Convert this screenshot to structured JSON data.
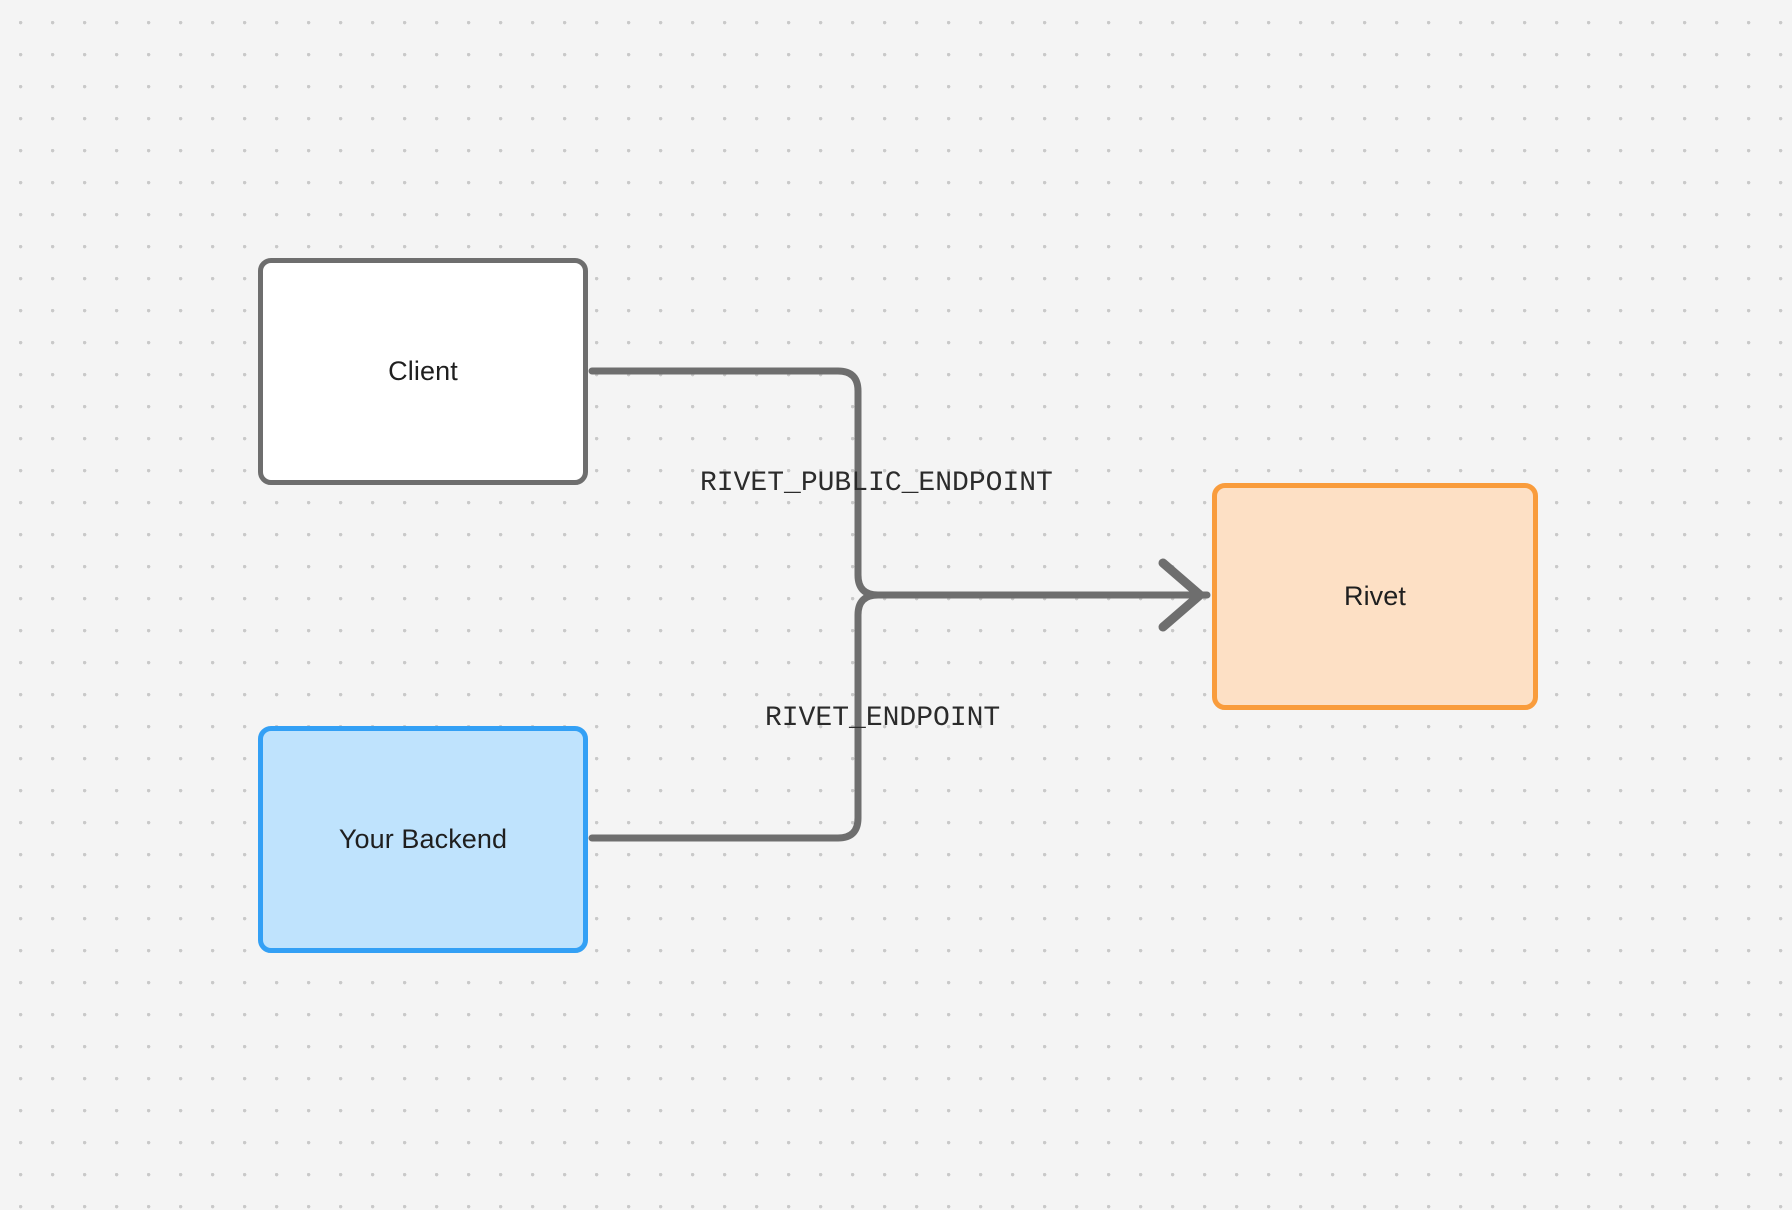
{
  "diagram": {
    "title": "Rivet endpoint routing diagram",
    "background_color": "#f4f4f4",
    "grid_dot_color": "#c9c9c9",
    "nodes": [
      {
        "id": "client",
        "label": "Client",
        "fill": "#ffffff",
        "stroke": "#6e6e6e"
      },
      {
        "id": "backend",
        "label": "Your Backend",
        "fill": "#bfe3fd",
        "stroke": "#33a0f5"
      },
      {
        "id": "rivet",
        "label": "Rivet",
        "fill": "#fde0c5",
        "stroke": "#f99c3c"
      }
    ],
    "edges": [
      {
        "id": "client-to-rivet",
        "from": "client",
        "to": "rivet",
        "label": "RIVET_PUBLIC_ENDPOINT",
        "stroke": "#6e6e6e"
      },
      {
        "id": "backend-to-rivet",
        "from": "backend",
        "to": "rivet",
        "label": "RIVET_ENDPOINT",
        "stroke": "#6e6e6e"
      }
    ]
  }
}
